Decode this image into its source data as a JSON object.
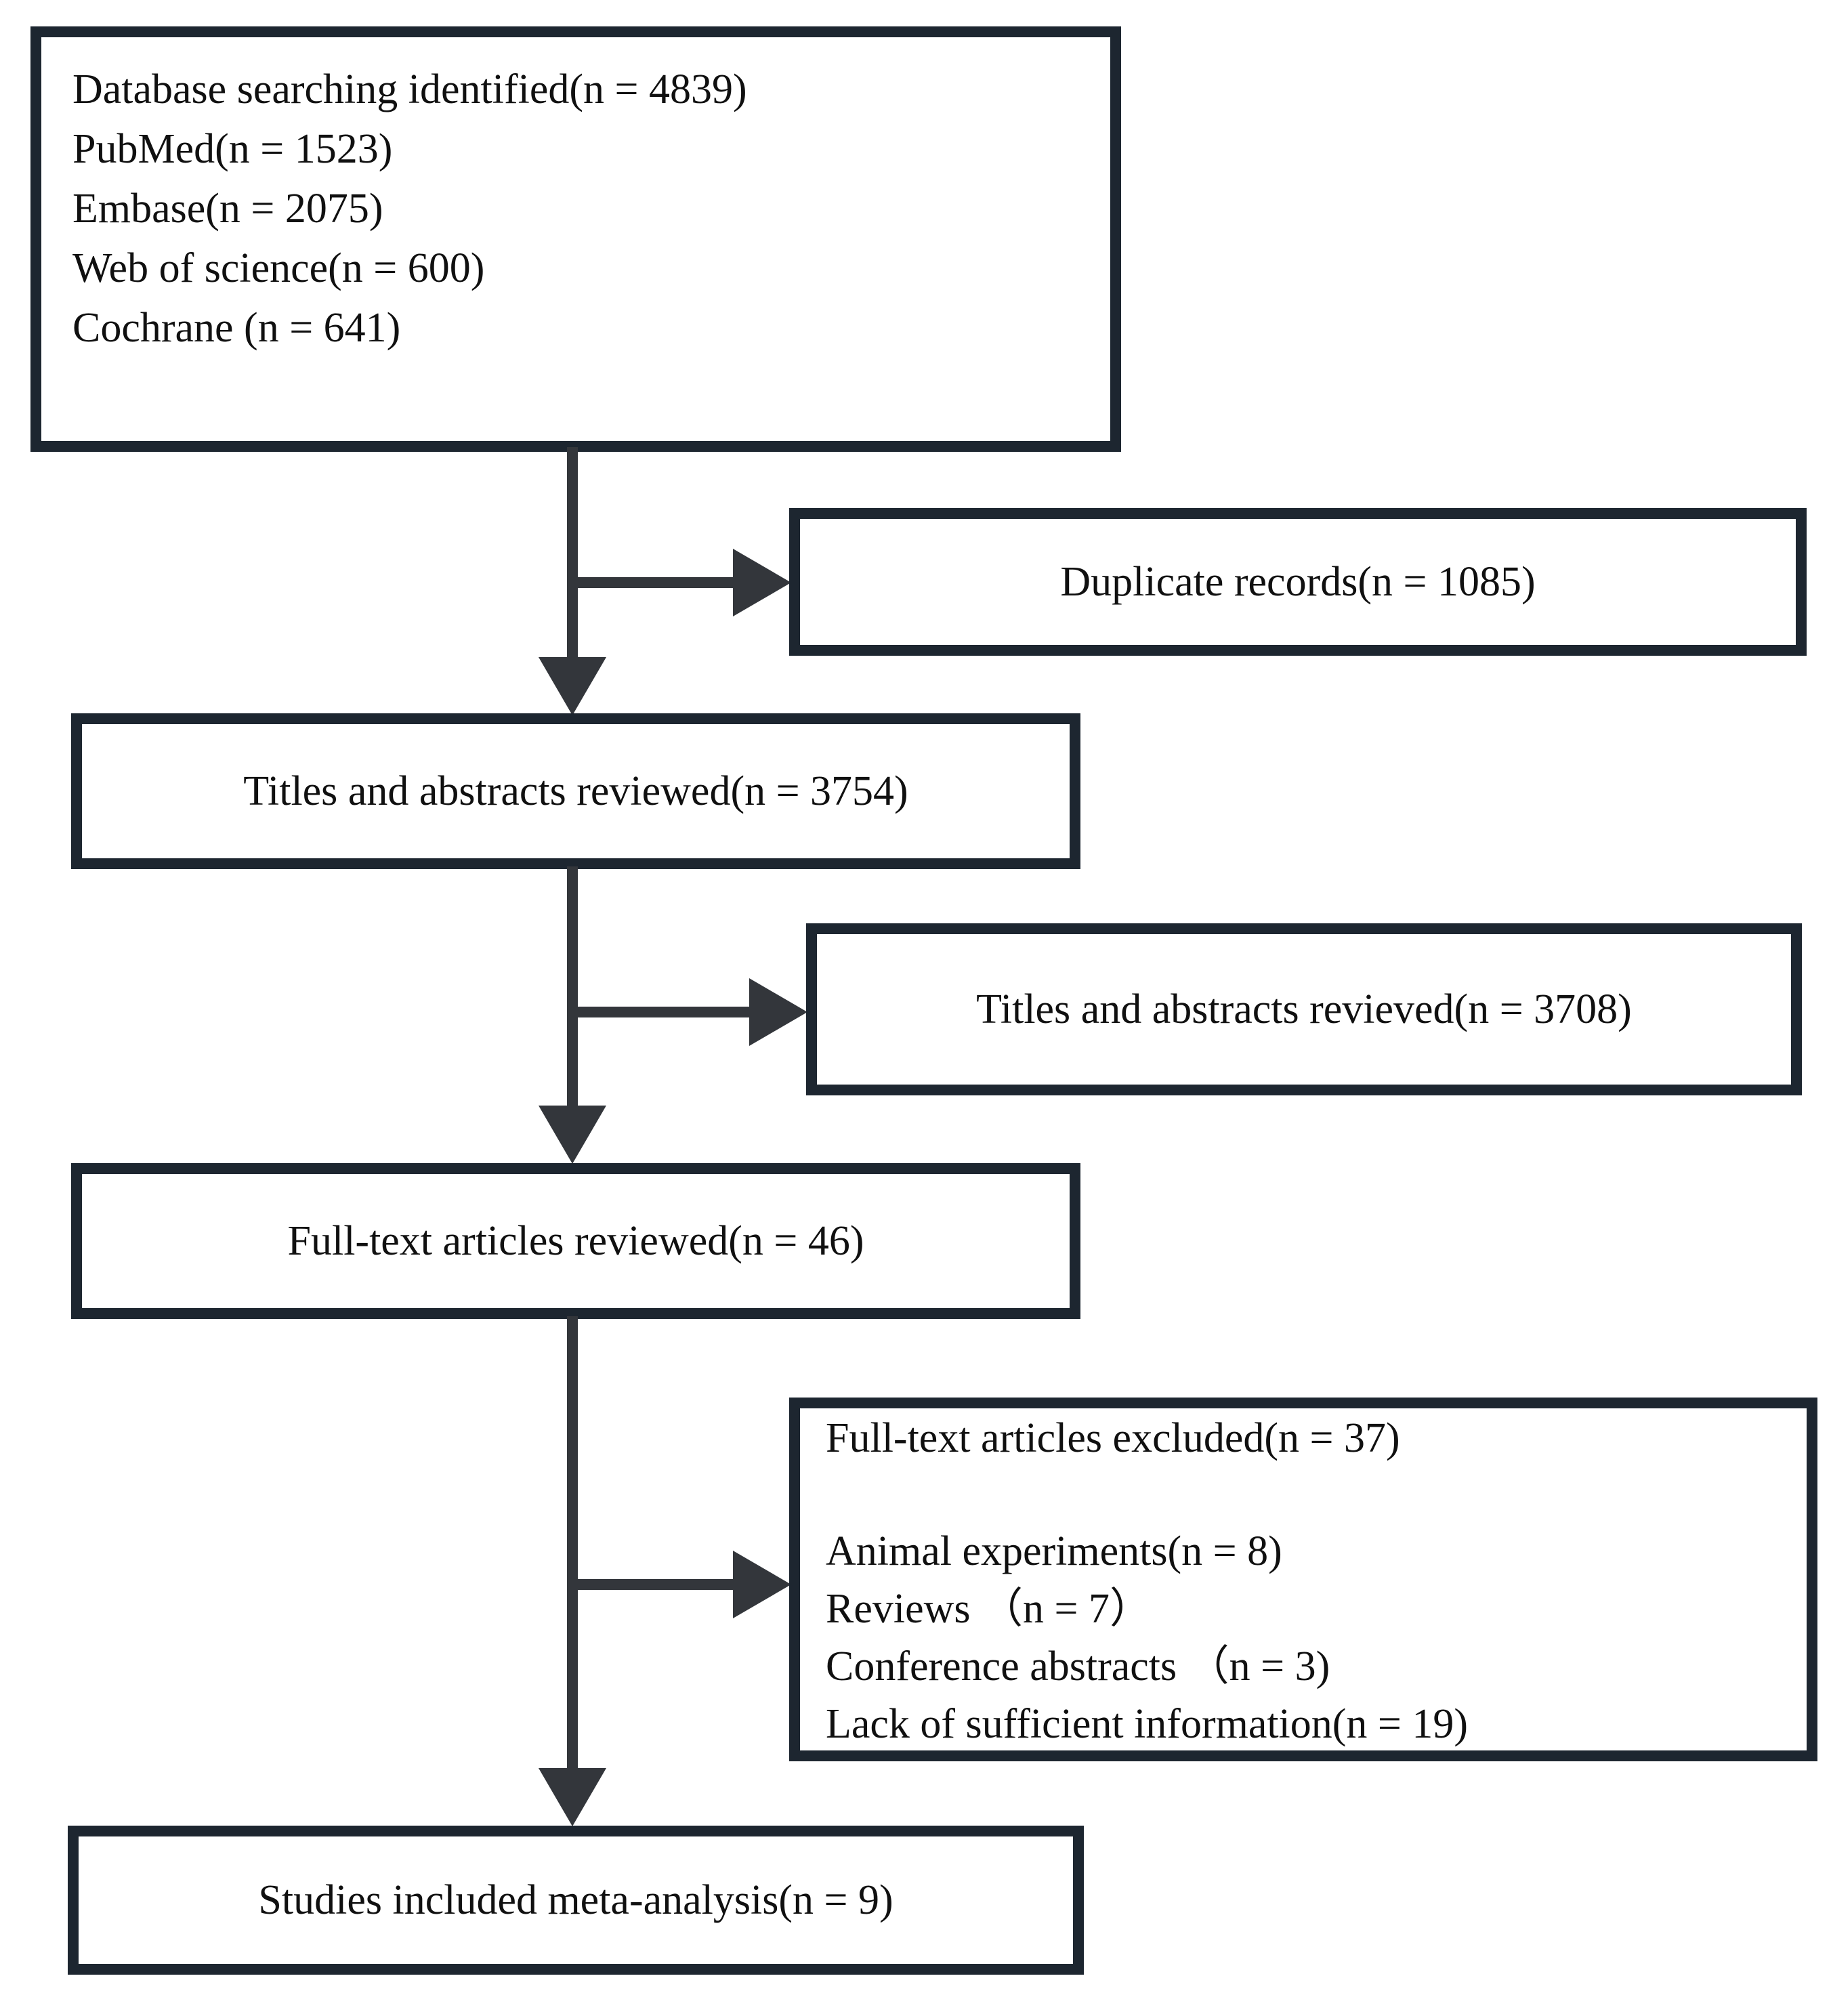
{
  "colors": {
    "box_border": "#1d2630",
    "connector": "#33363b",
    "text": "#101010",
    "background": "#ffffff"
  },
  "flowchart": {
    "identification_box": {
      "lines": [
        "Database searching identified(n = 4839)",
        "PubMed(n = 1523)",
        "Embase(n = 2075)",
        "Web of science(n = 600)",
        "Cochrane (n = 641)"
      ]
    },
    "duplicate_records_box": {
      "label": "Duplicate records(n = 1085)"
    },
    "titles_reviewed_box": {
      "label": "Titles and abstracts reviewed(n = 3754)"
    },
    "titles_excluded_box": {
      "label": "Titles and abstracts revieved(n = 3708)"
    },
    "fulltext_reviewed_box": {
      "label": "Full-text articles reviewed(n = 46)"
    },
    "fulltext_excluded_box": {
      "heading": "Full-text articles excluded(n = 37)",
      "reasons": [
        "Animal experiments(n = 8)",
        "Reviews （n = 7）",
        "Conference abstracts （n = 3)",
        "Lack of sufficient information(n = 19)"
      ]
    },
    "included_box": {
      "label": "Studies included meta-analysis(n = 9)"
    }
  }
}
